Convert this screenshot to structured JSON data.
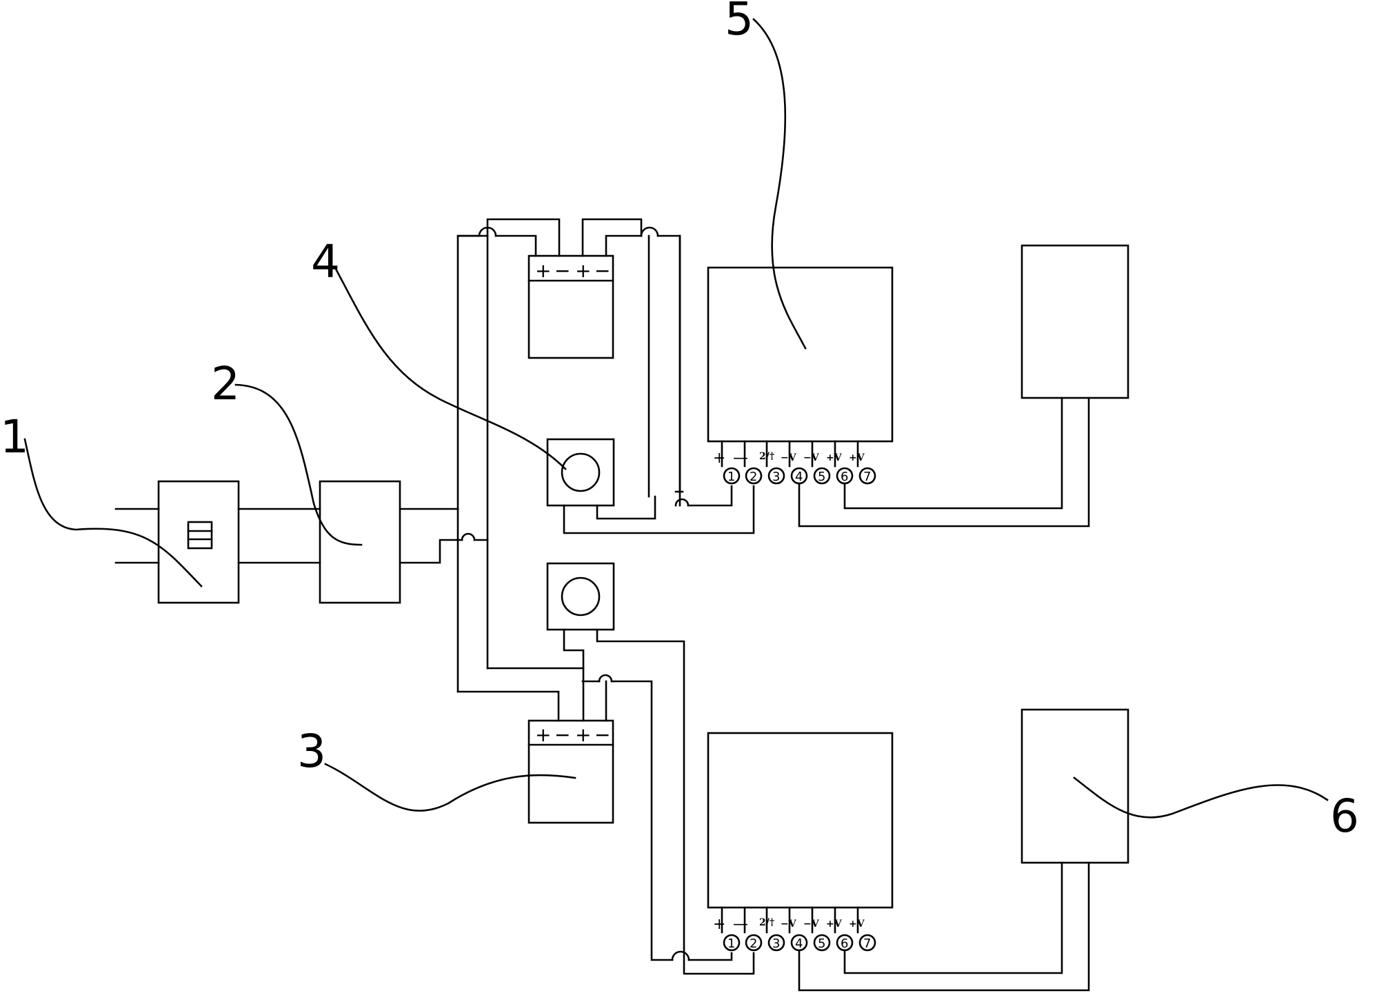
{
  "callouts": {
    "c1": "1",
    "c2": "2",
    "c3": "3",
    "c4": "4",
    "c5": "5",
    "c6": "6"
  },
  "battery_signs": {
    "plus": "+",
    "minus": "−"
  },
  "terminal_strip": {
    "labels": [
      "+",
      "—",
      "2/†",
      "−V",
      "−V",
      "+V",
      "+V"
    ],
    "numbers": [
      "1",
      "2",
      "3",
      "4",
      "5",
      "6",
      "7"
    ]
  }
}
